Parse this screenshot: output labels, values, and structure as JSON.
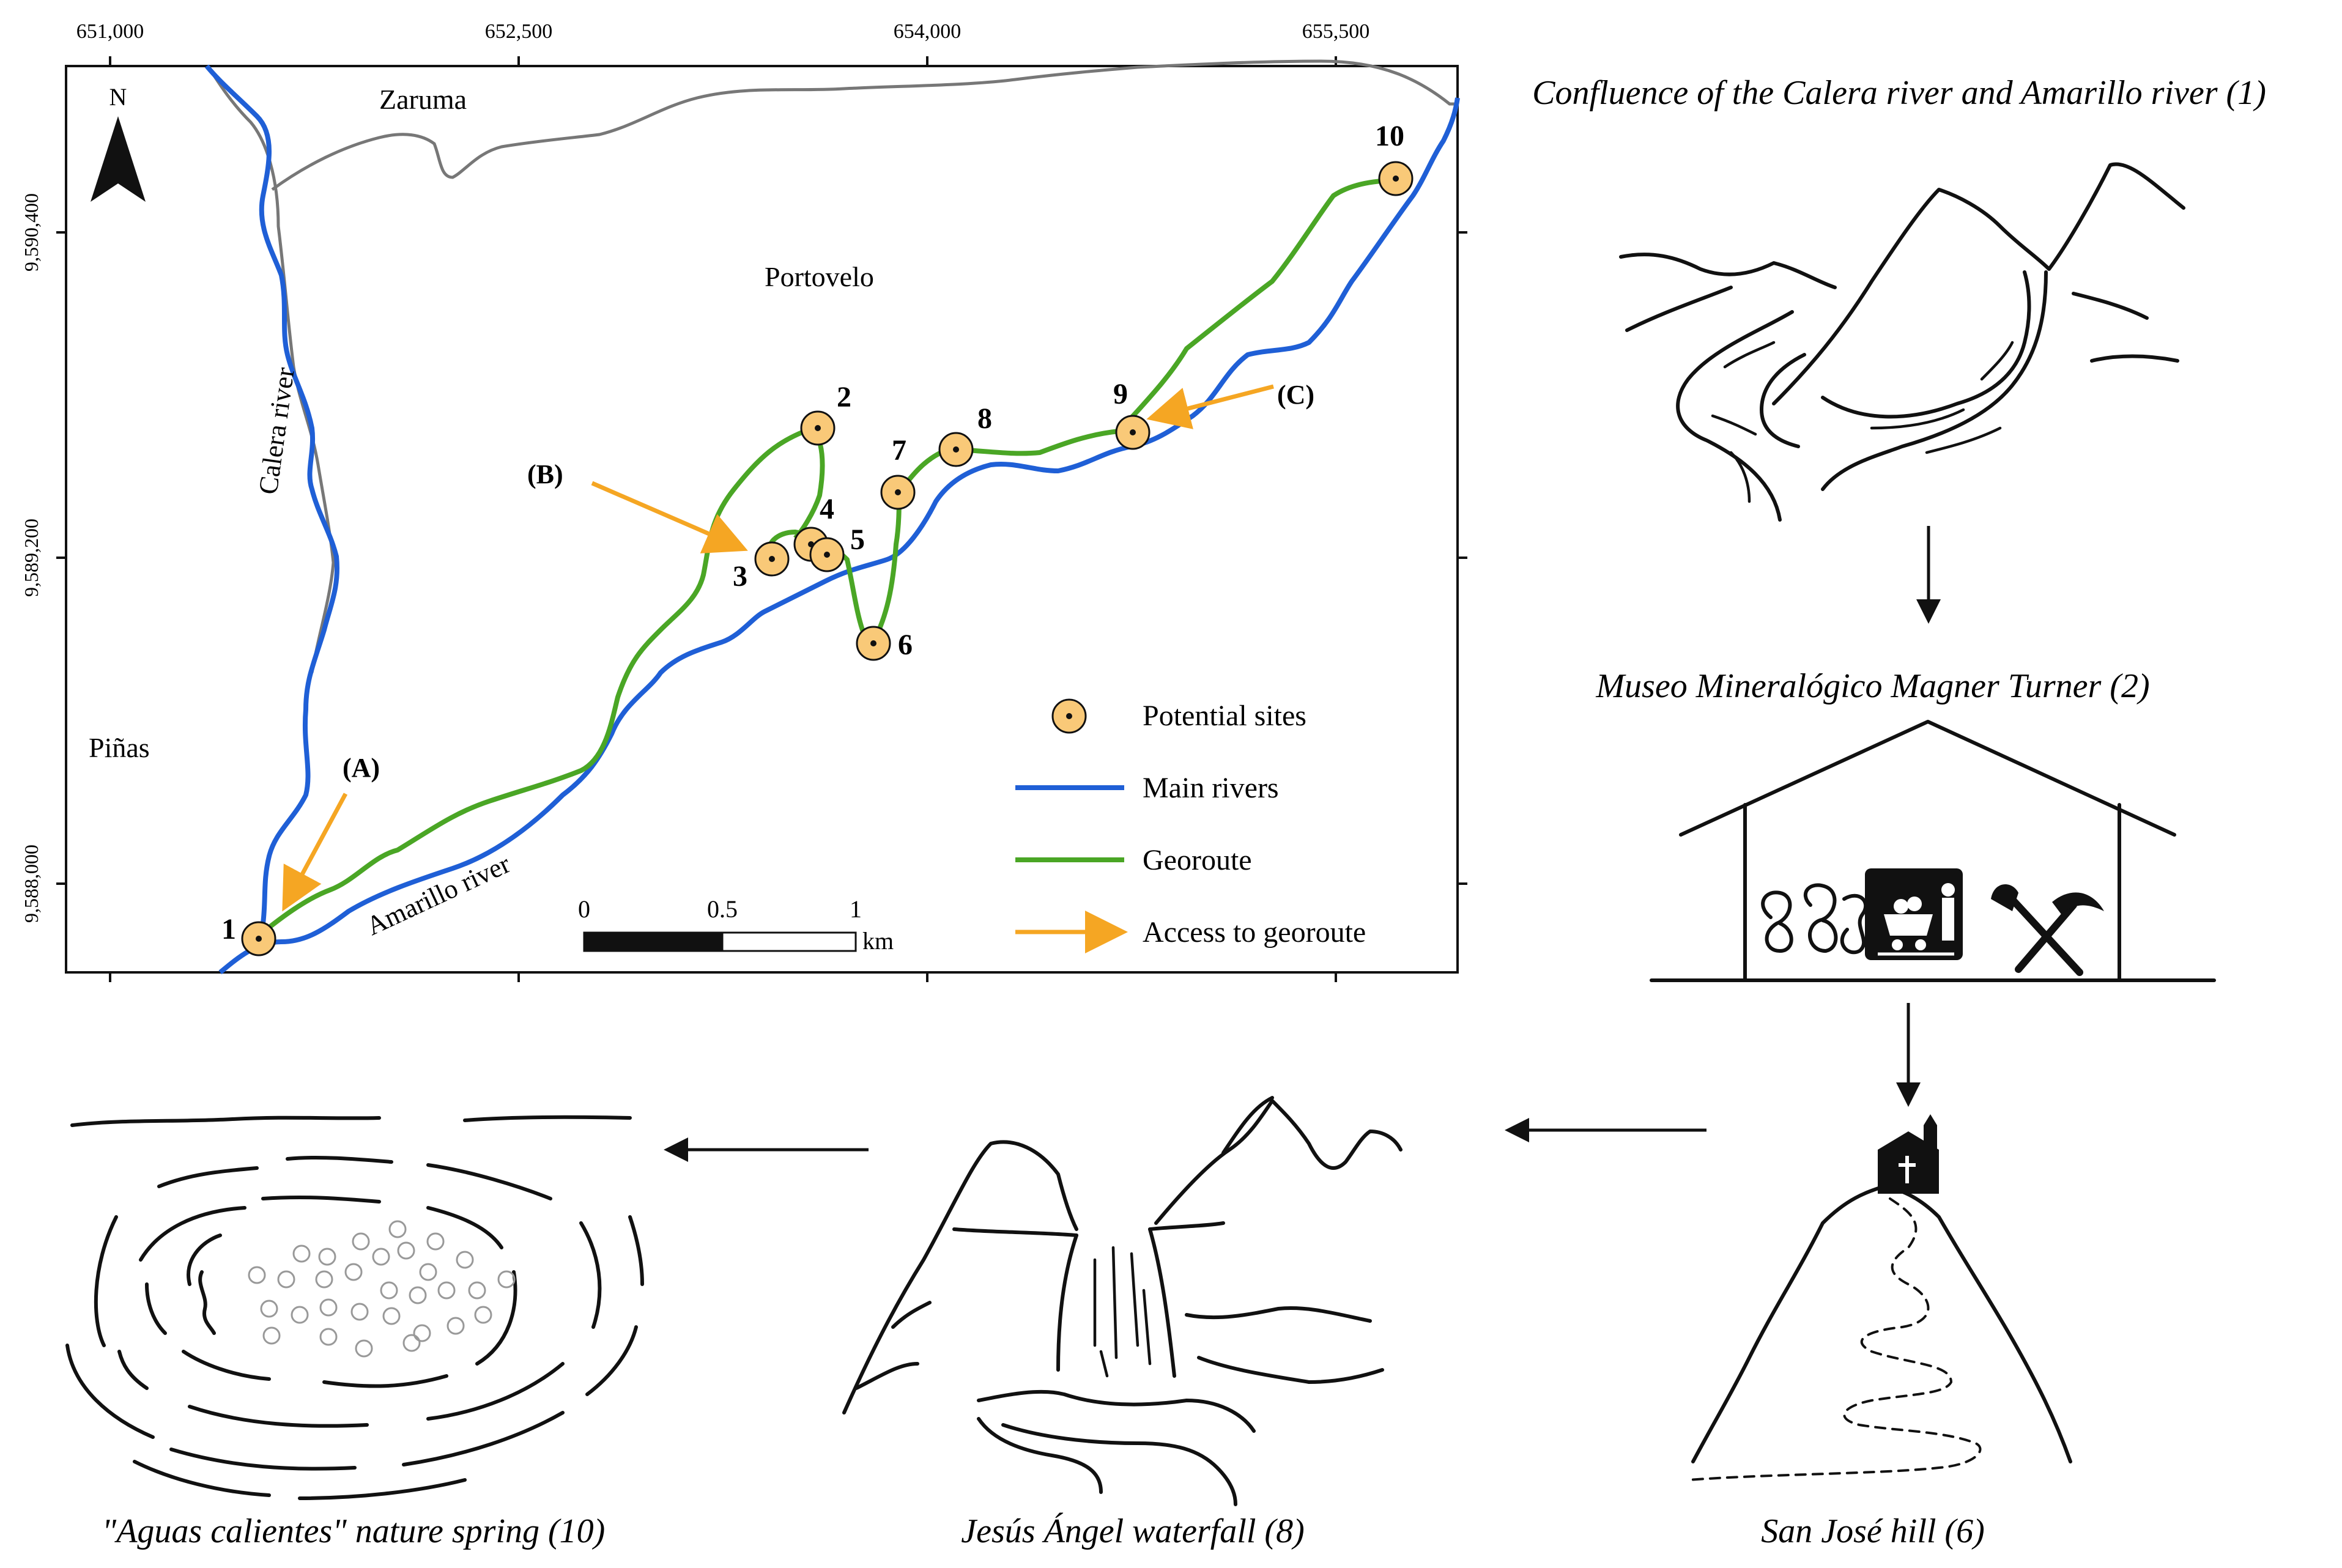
{
  "map": {
    "north_label": "N",
    "x_ticks": [
      "651,000",
      "652,500",
      "654,000",
      "655,500"
    ],
    "y_ticks": [
      "9,590,400",
      "9,589,200",
      "9,588,000"
    ],
    "places": {
      "zaruma": "Zaruma",
      "portovelo": "Portovelo",
      "pinas": "Piñas",
      "calera_river": "Calera river",
      "amarillo_river": "Amarillo river"
    },
    "sites": [
      "1",
      "2",
      "3",
      "4",
      "5",
      "6",
      "7",
      "8",
      "9",
      "10"
    ],
    "access_points": [
      "(A)",
      "(B)",
      "(C)"
    ],
    "scale_bar": {
      "labels": [
        "0",
        "0.5",
        "1"
      ],
      "unit": "km"
    },
    "legend": {
      "potential_sites": "Potential sites",
      "main_rivers": "Main rivers",
      "georoute": "Georoute",
      "access": "Access to georoute"
    },
    "colors": {
      "river": "#1f5fd6",
      "georoute": "#4aa625",
      "access": "#f5a623",
      "site_fill": "#f9c978",
      "boundary": "#777777"
    }
  },
  "sketches": {
    "confluence": "Confluence of the Calera river and Amarillo river (1)",
    "museum": "Museo Mineralógico Magner Turner (2)",
    "hill": "San José hill (6)",
    "waterfall": "Jesús Ángel waterfall (8)",
    "spring": "\"Aguas calientes\" nature spring (10)"
  }
}
